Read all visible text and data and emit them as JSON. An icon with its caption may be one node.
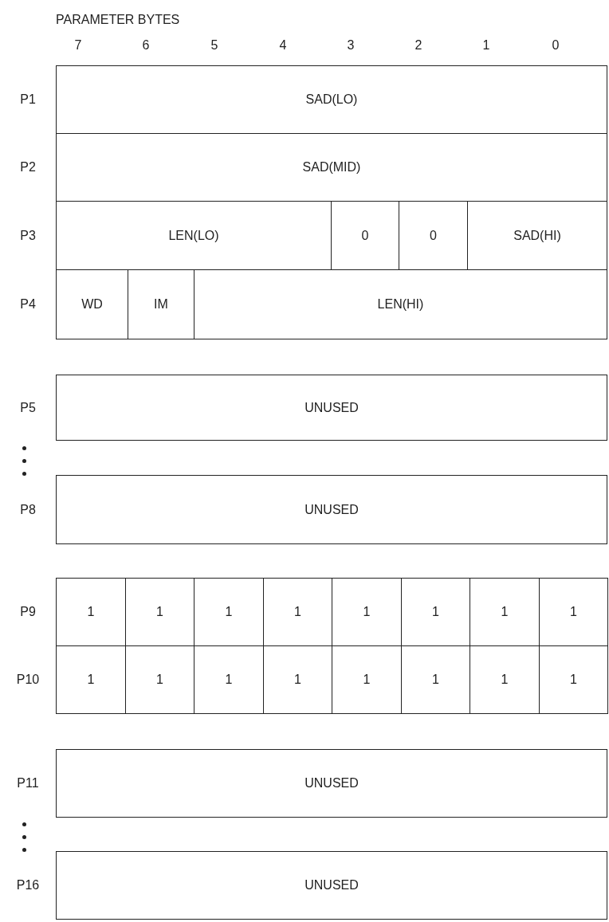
{
  "diagram": {
    "title": "PARAMETER BYTES",
    "labels": [
      "7",
      "6",
      "5",
      "4",
      "3",
      "2",
      "1",
      "0",
      "P1",
      "SAD(LO)",
      "P2",
      "SAD(MID)",
      "P3",
      "LEN(LO)",
      "0",
      "0",
      "SAD(HI)",
      "P4",
      "WD",
      "IM",
      "LEN(HI)",
      "P5",
      "UNUSED",
      "P8",
      "UNUSED",
      "P9",
      "1",
      "1",
      "1",
      "1",
      "1",
      "1",
      "1",
      "1",
      "P10",
      "1",
      "1",
      "1",
      "1",
      "1",
      "1",
      "1",
      "1",
      "P11",
      "UNUSED",
      "P16",
      "UNUSED"
    ]
  }
}
